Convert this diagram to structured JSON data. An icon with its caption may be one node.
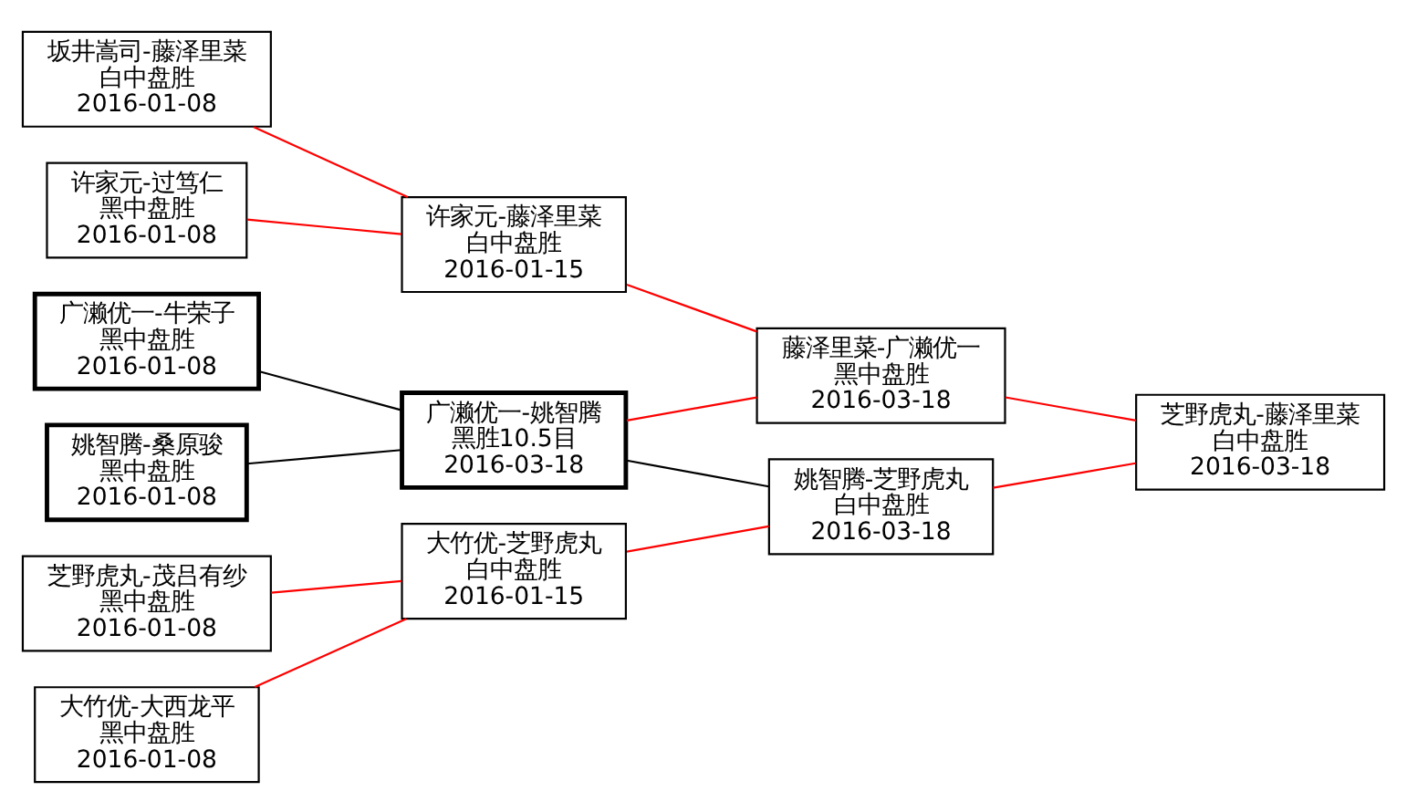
{
  "diagram": {
    "nodes": [
      {
        "text": [
          "坂井嵩司-藤泽里菜",
          "白中盘胜",
          "2016-01-08"
        ]
      },
      {
        "text": [
          "许家元-过笃仁",
          "黑中盘胜",
          "2016-01-08"
        ]
      },
      {
        "text": [
          "广濑优一-牛荣子",
          "黑中盘胜",
          "2016-01-08"
        ]
      },
      {
        "text": [
          "姚智腾-桑原骏",
          "黑中盘胜",
          "2016-01-08"
        ]
      },
      {
        "text": [
          "芝野虎丸-茂吕有纱",
          "黑中盘胜",
          "2016-01-08"
        ]
      },
      {
        "text": [
          "大竹优-大西龙平",
          "黑中盘胜",
          "2016-01-08"
        ]
      },
      {
        "text": [
          "许家元-藤泽里菜",
          "白中盘胜",
          "2016-01-15"
        ]
      },
      {
        "text": [
          "广濑优一-姚智腾",
          "黑胜10.5目",
          "2016-03-18"
        ]
      },
      {
        "text": [
          "大竹优-芝野虎丸",
          "白中盘胜",
          "2016-01-15"
        ]
      },
      {
        "text": [
          "藤泽里菜-广濑优一",
          "黑中盘胜",
          "2016-03-18"
        ]
      },
      {
        "text": [
          "姚智腾-芝野虎丸",
          "白中盘胜",
          "2016-03-18"
        ]
      },
      {
        "text": [
          "芝野虎丸-藤泽里菜",
          "白中盘胜",
          "2016-03-18"
        ]
      }
    ],
    "edges": [
      {
        "from": 0,
        "to": 6,
        "arrow": "none",
        "color": "#ff0000"
      },
      {
        "from": 1,
        "to": 6,
        "arrow": "none",
        "color": "#ff0000"
      },
      {
        "from": 2,
        "to": 7,
        "arrow": "none",
        "color": "#000000"
      },
      {
        "from": 3,
        "to": 7,
        "arrow": "none",
        "color": "#000000"
      },
      {
        "from": 4,
        "to": 8,
        "arrow": "none",
        "color": "#ff0000"
      },
      {
        "from": 5,
        "to": 8,
        "arrow": "none",
        "color": "#ff0000"
      },
      {
        "from": 6,
        "to": 9,
        "arrow": "none",
        "color": "#ff0000"
      },
      {
        "from": 7,
        "to": 9,
        "arrow": "none",
        "color": "#ff0000"
      },
      {
        "from": 7,
        "to": 10,
        "arrow": "none",
        "color": "#000000"
      },
      {
        "from": 8,
        "to": 10,
        "arrow": "none",
        "color": "#ff0000"
      },
      {
        "from": 9,
        "to": 11,
        "arrow": "none",
        "color": "#ff0000"
      },
      {
        "from": 10,
        "to": 11,
        "arrow": "none",
        "color": "#ff0000"
      }
    ]
  }
}
